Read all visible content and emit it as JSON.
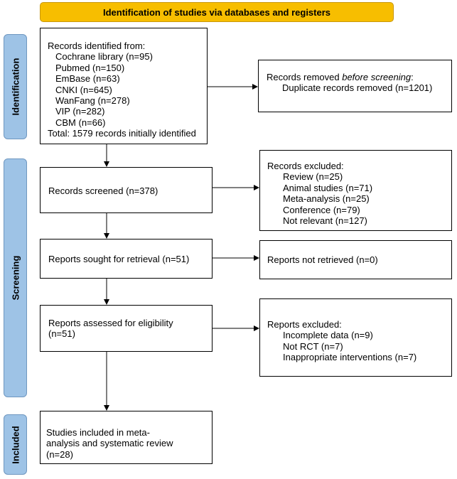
{
  "header": {
    "title": "Identification of studies via databases and registers"
  },
  "phases": {
    "identification": "Identification",
    "screening": "Screening",
    "included": "Included"
  },
  "boxes": {
    "records_identified": {
      "heading": "Records identified from:",
      "sources": [
        "Cochrane library (n=95)",
        "Pubmed (n=150)",
        "EmBase (n=63)",
        "CNKI (n=645)",
        "WanFang (n=278)",
        "VIP (n=282)",
        "CBM (n=66)"
      ],
      "total": "Total: 1579 records initially identified"
    },
    "records_removed": {
      "heading_prefix": "Records removed ",
      "heading_emph": "before screening",
      "heading_suffix": ":",
      "item": "Duplicate records removed (n=1201)"
    },
    "records_screened": {
      "text": "Records screened (n=378)"
    },
    "records_excluded": {
      "heading": "Records excluded:",
      "items": [
        "Review (n=25)",
        "Animal studies (n=71)",
        "Meta-analysis (n=25)",
        "Conference (n=79)",
        "Not relevant (n=127)"
      ]
    },
    "reports_sought": {
      "text": "Reports sought for retrieval (n=51)"
    },
    "reports_not_retrieved": {
      "text": "Reports not retrieved (n=0)"
    },
    "reports_assessed": {
      "lines": [
        "Reports assessed for eligibility",
        "(n=51)"
      ]
    },
    "reports_excluded": {
      "heading": "Reports excluded:",
      "items": [
        "Incomplete data (n=9)",
        "Not RCT (n=7)",
        "Inappropriate interventions (n=7)"
      ]
    },
    "studies_included": {
      "lines": [
        "Studies included in meta-",
        "analysis and systematic review",
        "(n=28)"
      ]
    }
  },
  "colors": {
    "header_fill": "#f7be00",
    "phase_fill": "#9ec3e6"
  }
}
